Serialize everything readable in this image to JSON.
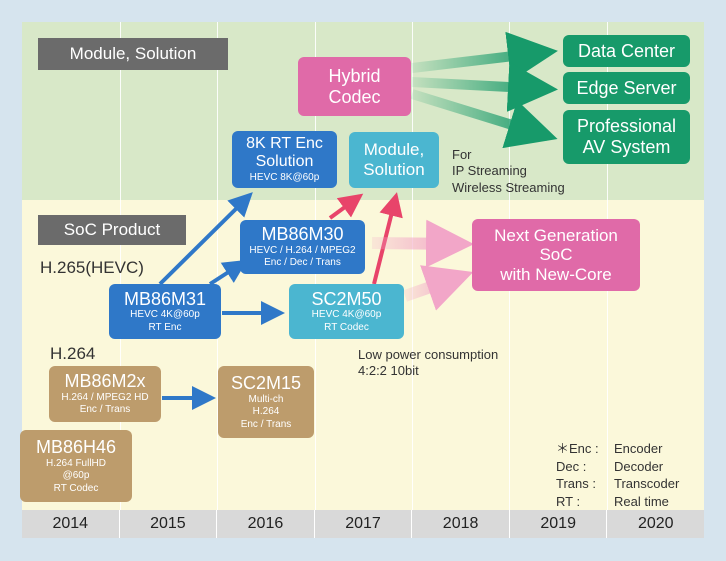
{
  "sections": {
    "top": "Module, Solution",
    "bottom": "SoC Product"
  },
  "standards": {
    "h265": "H.265(HEVC)",
    "h264": "H.264"
  },
  "years": [
    "2014",
    "2015",
    "2016",
    "2017",
    "2018",
    "2019",
    "2020"
  ],
  "boxes": {
    "mb86h46": {
      "title": "MB86H46",
      "lines": [
        "H.264 FullHD",
        "@60p",
        "RT Codec"
      ]
    },
    "mb86m2x": {
      "title": "MB86M2x",
      "lines": [
        "H.264 / MPEG2 HD",
        "Enc / Trans"
      ]
    },
    "sc2m15": {
      "title": "SC2M15",
      "lines": [
        "Multi-ch",
        "H.264",
        "Enc / Trans"
      ]
    },
    "mb86m31": {
      "title": "MB86M31",
      "lines": [
        "HEVC 4K@60p",
        "RT Enc"
      ]
    },
    "sc2m50": {
      "title": "SC2M50",
      "lines": [
        "HEVC 4K@60p",
        "RT Codec"
      ]
    },
    "mb86m30": {
      "title": "MB86M30",
      "lines": [
        "HEVC / H.264 / MPEG2",
        "Enc / Dec / Trans"
      ]
    },
    "enc8k": {
      "title1": "8K RT Enc",
      "title2": "Solution",
      "lines": [
        "HEVC 8K@60p"
      ]
    },
    "module": {
      "title1": "Module,",
      "title2": "Solution"
    },
    "hybrid": {
      "title1": "Hybrid",
      "title2": "Codec"
    },
    "nextgen": {
      "title1": "Next Generation",
      "title2": "SoC",
      "title3": "with New-Core"
    },
    "datacenter": {
      "title": "Data Center"
    },
    "edge": {
      "title": "Edge Server"
    },
    "pro": {
      "title1": "Professional",
      "title2": "AV System"
    }
  },
  "notes": {
    "streaming": [
      "For",
      "IP Streaming",
      "Wireless Streaming"
    ],
    "lowpower": [
      "Low power consumption",
      "4:2:2 10bit"
    ]
  },
  "legend": [
    {
      "key": "＊Enc :",
      "value": "Encoder"
    },
    {
      "key": "Dec :",
      "value": "Decoder"
    },
    {
      "key": "Trans :",
      "value": "Transcoder"
    },
    {
      "key": "RT :",
      "value": "Real time"
    }
  ],
  "colors": {
    "blue": "#2f78c8",
    "teal": "#4bb6d0",
    "tan": "#bd9c6c",
    "pink": "#e06aa8",
    "green": "#179a6a"
  }
}
